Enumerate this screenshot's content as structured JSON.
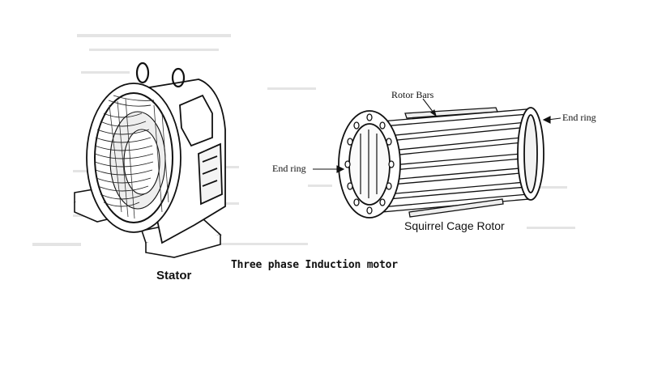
{
  "figure": {
    "caption": "Three phase Induction motor",
    "stator": {
      "label": "Stator"
    },
    "rotor": {
      "label": "Squirrel Cage Rotor",
      "callouts": {
        "rotor_bars": "Rotor Bars",
        "end_ring_left": "End ring",
        "end_ring_right": "End ring"
      }
    }
  }
}
